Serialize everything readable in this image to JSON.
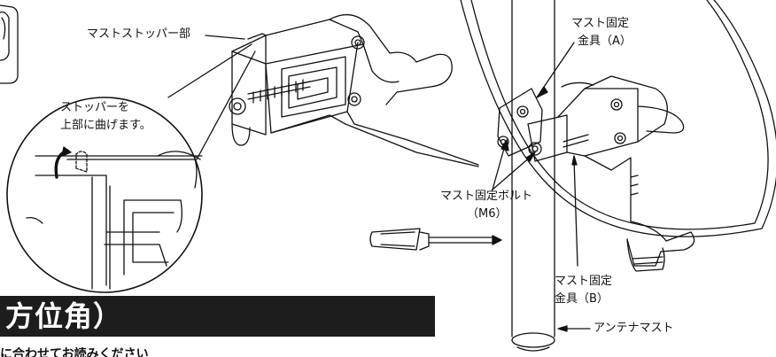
{
  "labels": {
    "mast_stopper": "マストストッパー部",
    "stopper_bend_line1": "ストッパーを",
    "stopper_bend_line2": "上部に曲げます。",
    "bracket_a_line1": "マスト固定",
    "bracket_a_line2": "金具（A）",
    "bolt_line1": "マスト固定ボルト",
    "bolt_line2": "（M6）",
    "bracket_b_line1": "マスト固定",
    "bracket_b_line2": "金具（B）",
    "antenna_mast": "アンテナマスト"
  },
  "section_heading": "方位角）",
  "cutoff_text": "に合わせてお読みください"
}
